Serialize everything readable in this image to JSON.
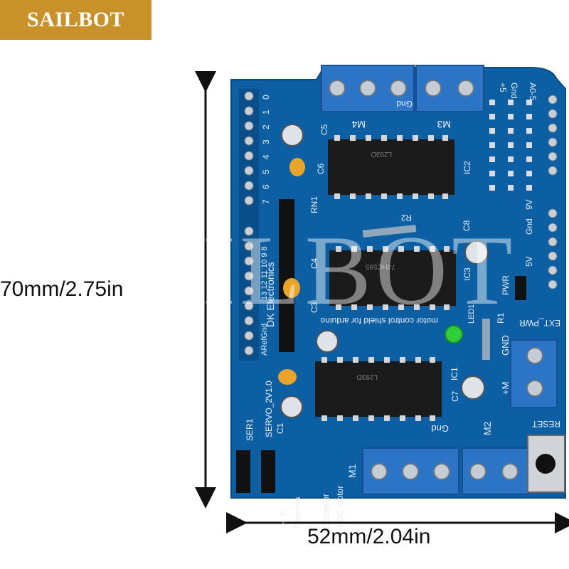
{
  "brand": {
    "label": "SAILBOT",
    "background": "#c8912a",
    "text_color": "#ffffff"
  },
  "dimensions": {
    "height": "70mm/2.75in",
    "width": "52mm/2.04in"
  },
  "watermark": "SAILBOT",
  "board": {
    "pcb_color": "#0d5fa3",
    "terminal_color": "#2b74c6",
    "silkscreen": {
      "m4": "M4",
      "m3": "M3",
      "m1": "M1",
      "m2": "M2",
      "gnd_m3": "Gnd",
      "gnd_m1": "Gnd",
      "plus5": "+5",
      "gnd_top": "Gnd",
      "a0_5": "A0-5",
      "ic2": "IC2",
      "ic3": "IC3",
      "ic1": "IC1",
      "c5": "C5",
      "c6": "C6",
      "c8": "C8",
      "c7": "C7",
      "c3": "C3",
      "c4": "C4",
      "c1": "C1",
      "rn1": "RN1",
      "r2": "R2",
      "r1": "R1",
      "led1": "LED1",
      "pwr": "PWR",
      "ext_pwr": "EXT_PWR",
      "gnd_ext": "GND",
      "plus_m": "+M",
      "reset": "RESET",
      "v10": "V1.0",
      "servo2": "SERVO_2",
      "ser1": "SER1",
      "five_v": "5V",
      "gnd_side": "Gnd",
      "nine_v": "9V",
      "pin_numbers": [
        "0",
        "1",
        "2",
        "3",
        "4",
        "5",
        "6",
        "7"
      ],
      "pin_row2": "13 12 11 10  9  8",
      "aref": "ARefGnd",
      "shield_title": "DK Electronics",
      "motor_control": "motor control shield for arduino",
      "legend_lines": [
        "- + S",
        "2 servos",
        "+",
        "2 stepper",
        "4 DC motor"
      ],
      "chip_marking_l293": "L293D",
      "chip_marking_sn": "74HC595"
    }
  }
}
